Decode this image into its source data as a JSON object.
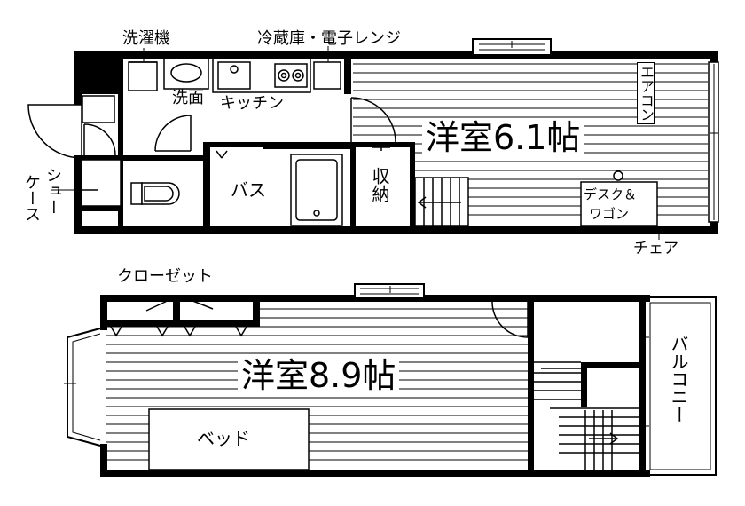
{
  "upper": {
    "washer": "洗濯機",
    "fridge_microwave": "冷蔵庫・電子レンジ",
    "washbasin": "洗面",
    "kitchen": "キッチン",
    "room": "洋室6.1帖",
    "aircon": "エアコン",
    "bath": "バス",
    "storage": "収納",
    "shoe_case_line1": "シュー",
    "shoe_case_line2": "ケース",
    "desk_line1": "デスク＆",
    "desk_line2": "ワゴン",
    "chair": "チェア"
  },
  "lower": {
    "closet": "クローゼット",
    "room": "洋室8.9帖",
    "bed": "ベッド",
    "balcony": "バルコニー"
  }
}
